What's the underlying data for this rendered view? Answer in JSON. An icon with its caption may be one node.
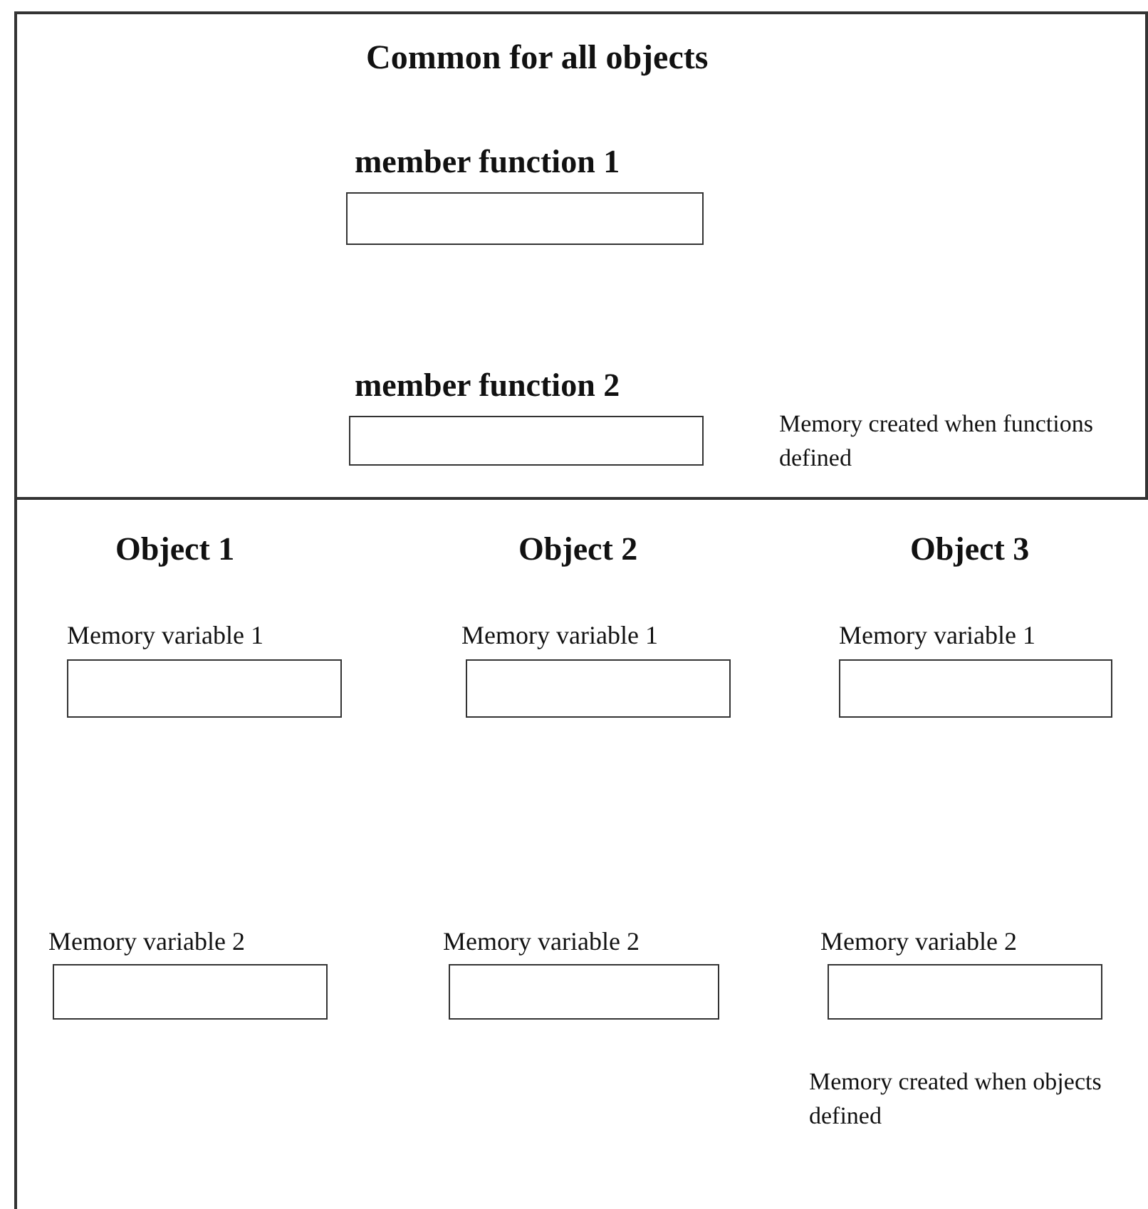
{
  "diagram": {
    "nodes": [
      {
        "text": [
          "Common for all objects",
          "Memory created when functions defined"
        ]
      },
      {
        "text": [
          "member function 1"
        ],
        "in": 0
      },
      {
        "text": [
          "member function 2"
        ],
        "in": 0
      },
      {
        "text": [
          "Memory created when objects defined"
        ]
      },
      {
        "text": [
          "Memory variable 1"
        ],
        "in": 3
      },
      {
        "text": [
          "Memory variable 1"
        ],
        "in": 3
      },
      {
        "text": [
          "Memory variable 1"
        ],
        "in": 3
      },
      {
        "text": [
          "Memory variable 2"
        ],
        "in": 3
      },
      {
        "text": [
          "Memory variable 2"
        ],
        "in": 3
      },
      {
        "text": [
          "Memory variable 2"
        ],
        "in": 3
      }
    ],
    "labels": [
      "Object 1",
      "Object 2",
      "Object 3"
    ]
  }
}
